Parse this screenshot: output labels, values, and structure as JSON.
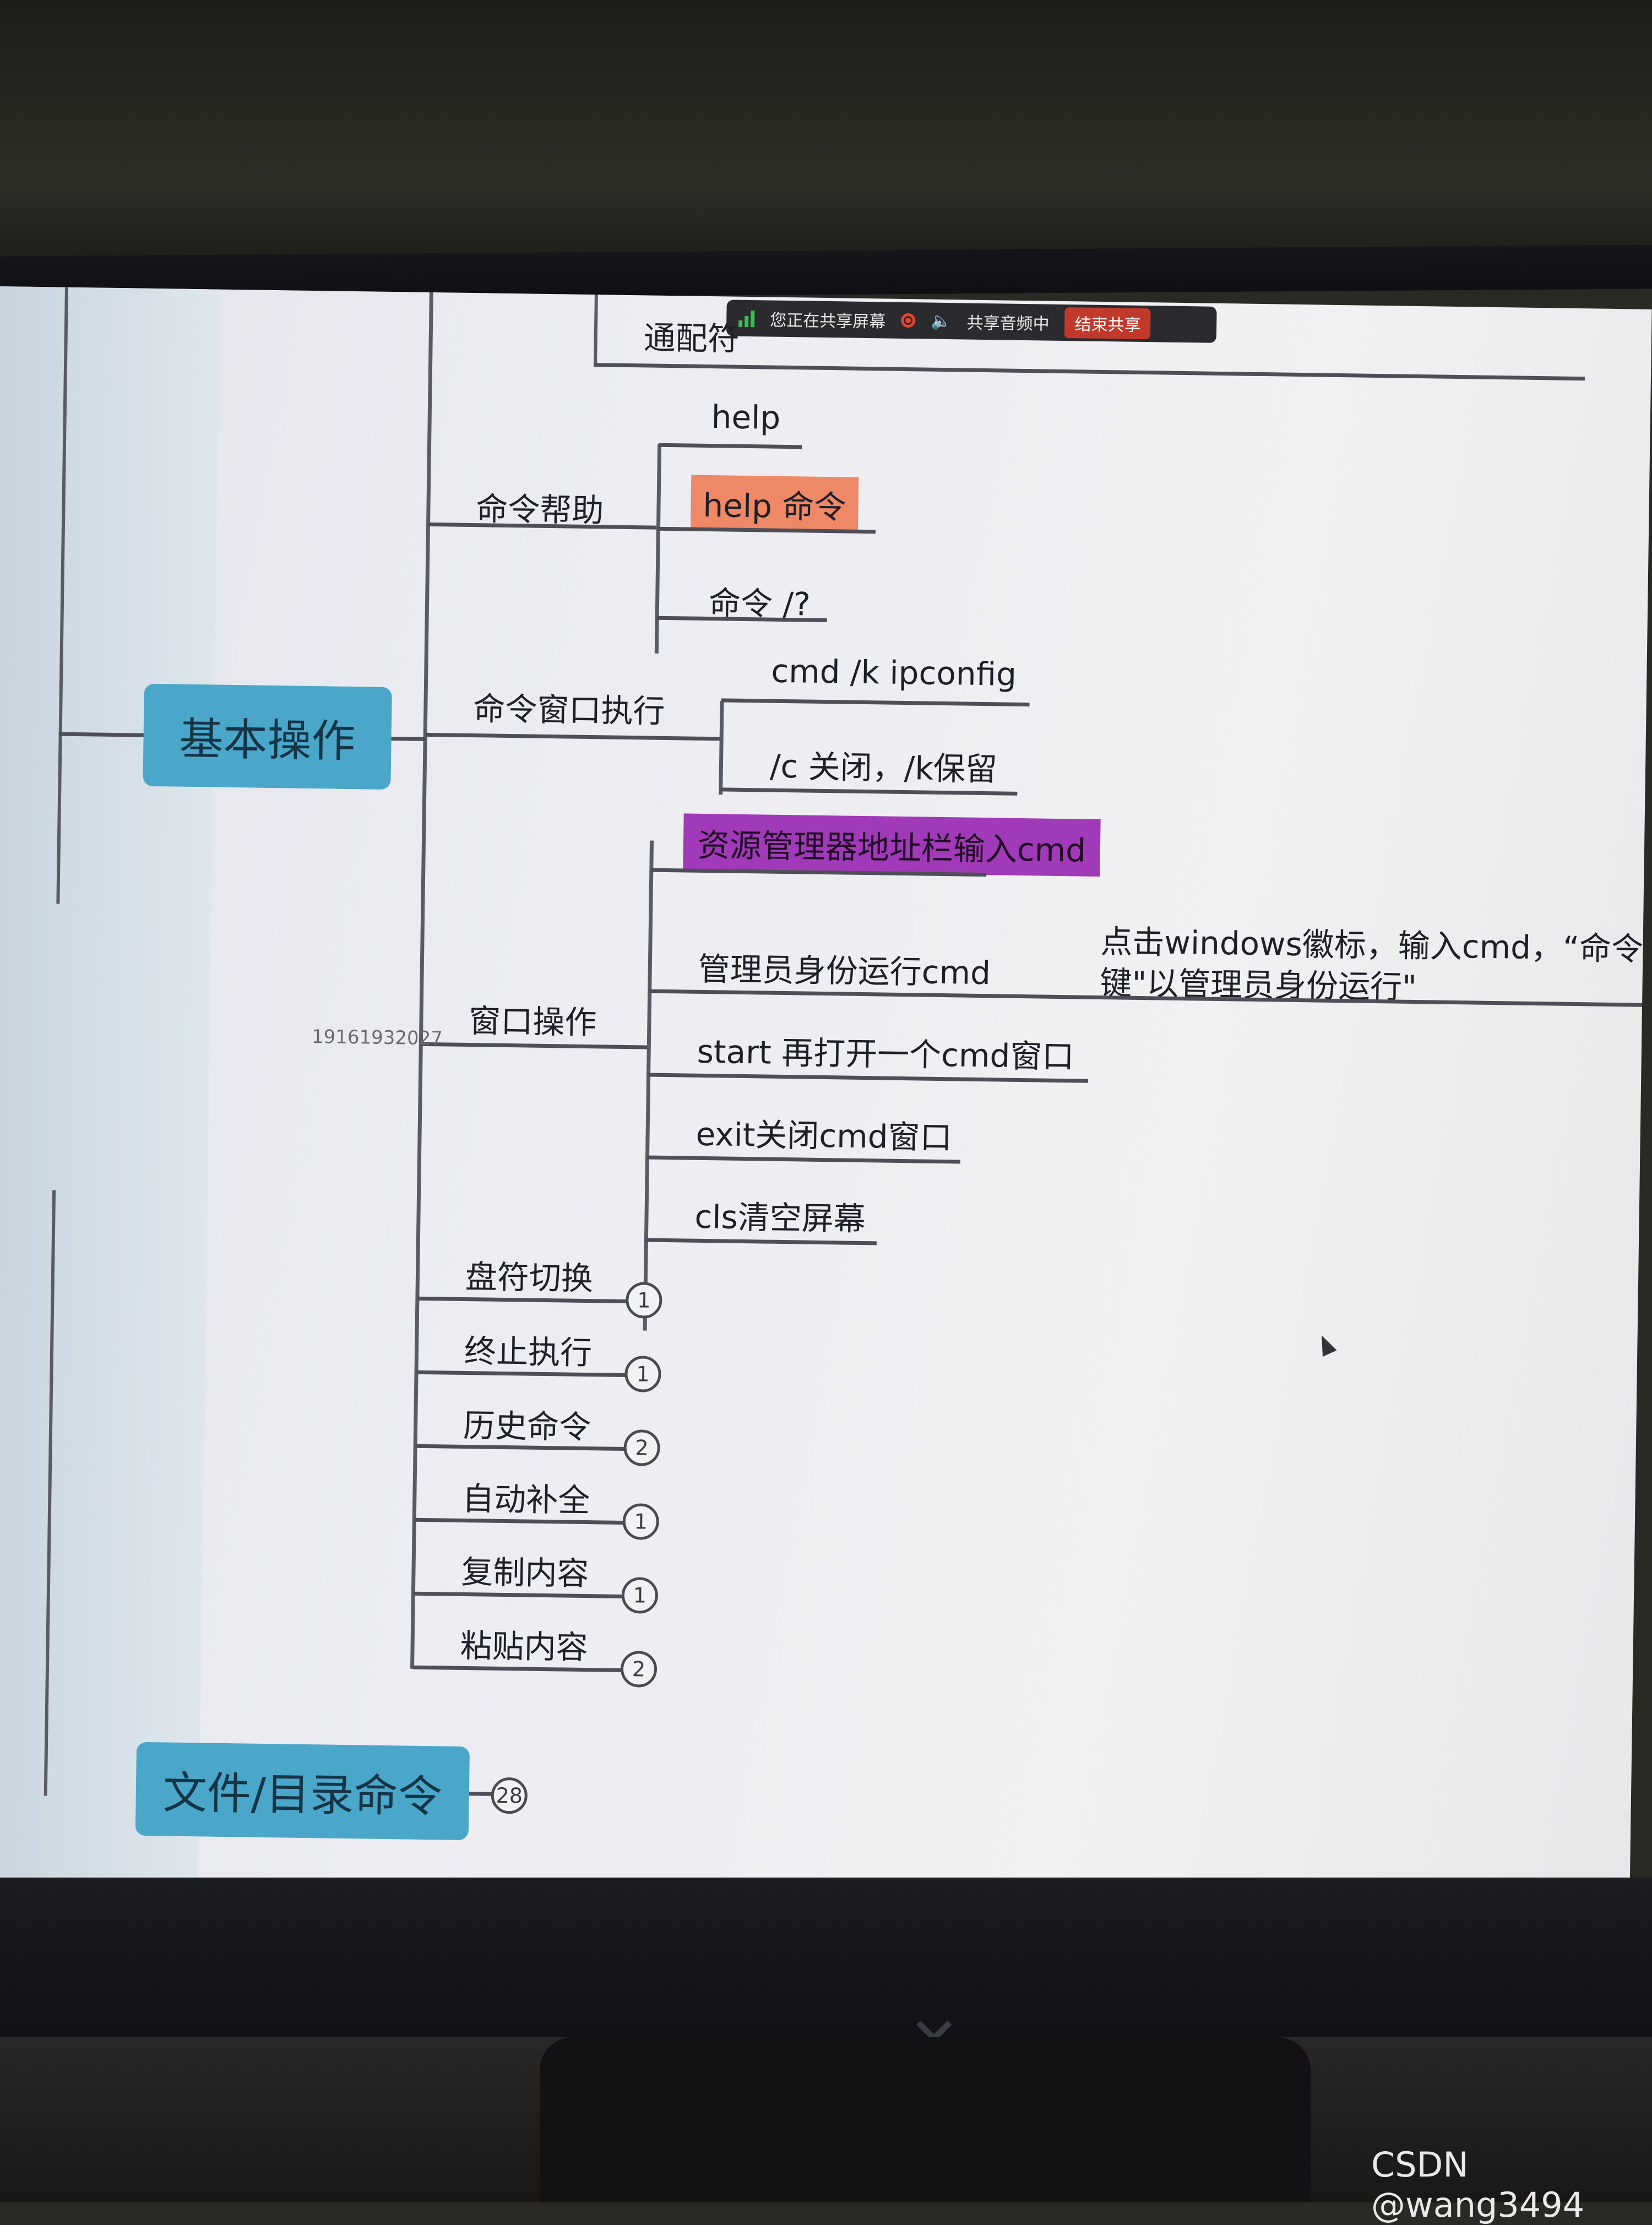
{
  "share_bar": {
    "sharing_text": "您正在共享屏幕",
    "audio_text": "共享音频中",
    "end_button": "结束共享"
  },
  "mindmap": {
    "top_partial": "通配符",
    "root_basic": "基本操作",
    "root_files": "文件/目录命令",
    "root_files_badge": "28",
    "branch_help": "命令帮助",
    "help_1": "help",
    "help_2": "help 命令",
    "help_3": "命令 /?",
    "branch_exec": "命令窗口执行",
    "exec_1": "cmd /k ipconfig",
    "exec_2": "/c 关闭，/k保留",
    "branch_window": "窗口操作",
    "win_1": "资源管理器地址栏输入cmd",
    "win_2": "管理员身份运行cmd",
    "win_2_note_1": "点击windows徽标，输入cmd，“命令",
    "win_2_note_2": "键\"以管理员身份运行\"",
    "win_3": "start 再打开一个cmd窗口",
    "win_4": "exit关闭cmd窗口",
    "win_5": "cls清空屏幕",
    "leaves": [
      {
        "label": "盘符切换",
        "badge": "1"
      },
      {
        "label": "终止执行",
        "badge": "1"
      },
      {
        "label": "历史命令",
        "badge": "2"
      },
      {
        "label": "自动补全",
        "badge": "1"
      },
      {
        "label": "复制内容",
        "badge": "1"
      },
      {
        "label": "粘贴内容",
        "badge": "2"
      }
    ],
    "watermark": "19161932027"
  },
  "footer": {
    "credit": "CSDN @wang3494"
  },
  "colors": {
    "root": "#4ba7c9",
    "orange_highlight": "#ee8866",
    "purple_highlight": "#a13ab8"
  }
}
